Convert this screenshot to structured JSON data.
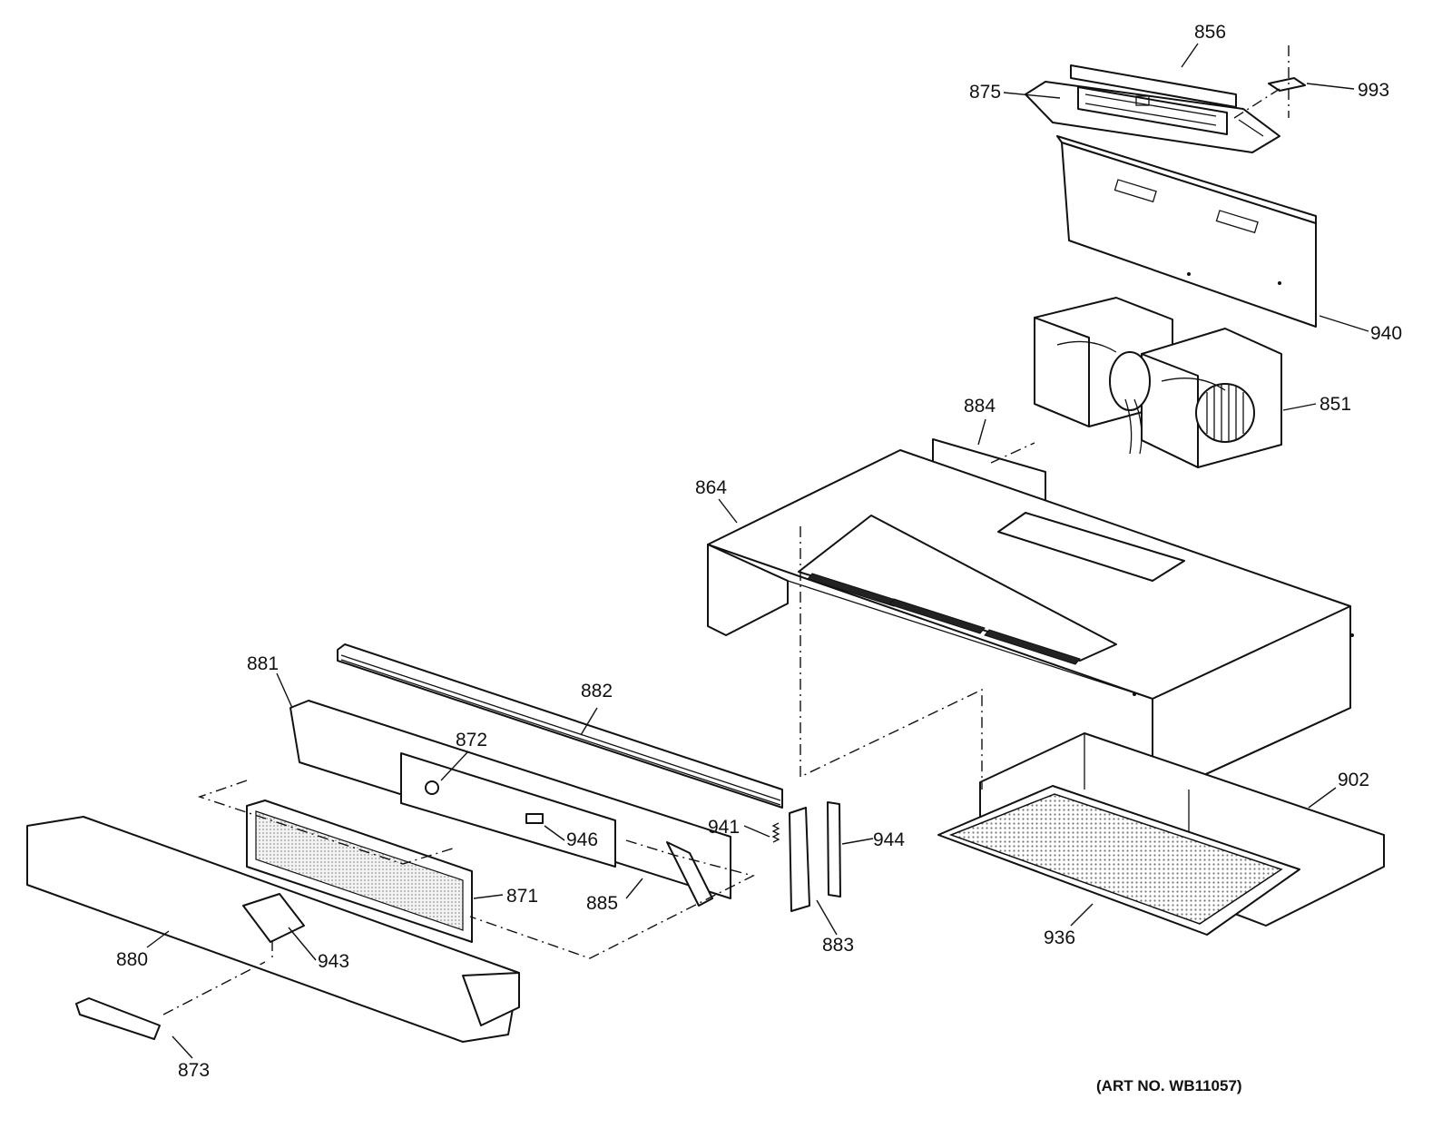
{
  "art_number": "(ART NO. WB11057)",
  "parts": [
    {
      "id": "856",
      "label": "856"
    },
    {
      "id": "875",
      "label": "875"
    },
    {
      "id": "993",
      "label": "993"
    },
    {
      "id": "940",
      "label": "940"
    },
    {
      "id": "851",
      "label": "851"
    },
    {
      "id": "884",
      "label": "884"
    },
    {
      "id": "864",
      "label": "864"
    },
    {
      "id": "881",
      "label": "881"
    },
    {
      "id": "882",
      "label": "882"
    },
    {
      "id": "872",
      "label": "872"
    },
    {
      "id": "946",
      "label": "946"
    },
    {
      "id": "941",
      "label": "941"
    },
    {
      "id": "944",
      "label": "944"
    },
    {
      "id": "902",
      "label": "902"
    },
    {
      "id": "871",
      "label": "871"
    },
    {
      "id": "885",
      "label": "885"
    },
    {
      "id": "883",
      "label": "883"
    },
    {
      "id": "936",
      "label": "936"
    },
    {
      "id": "943",
      "label": "943"
    },
    {
      "id": "880",
      "label": "880"
    },
    {
      "id": "873",
      "label": "873"
    }
  ]
}
